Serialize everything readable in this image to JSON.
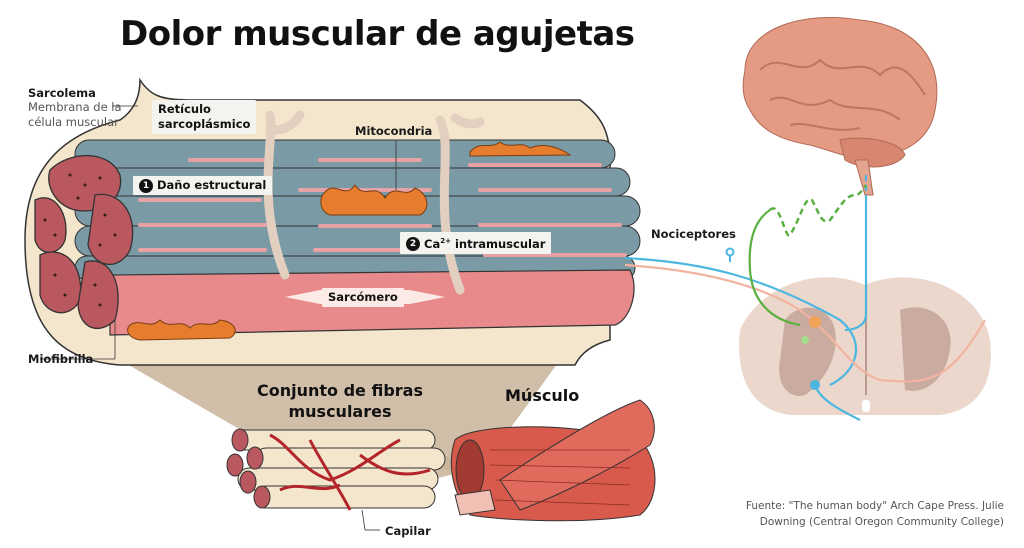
{
  "title": "Dolor muscular de agujetas",
  "labels": {
    "sarcolema": "Sarcolema",
    "sarcolema_desc_1": "Membrana de la",
    "sarcolema_desc_2": "célula muscular",
    "reticulo_1": "Retículo",
    "reticulo_2": "sarcoplásmico",
    "mitocondria": "Mitocondria",
    "dano_num": "1",
    "dano": "Daño estructural",
    "calcio_num": "2",
    "calcio_prefix": "Ca",
    "calcio_sup": "2+",
    "calcio_suffix": " intramuscular",
    "sarcomero": "Sarcómero",
    "miofibrilla": "Miofibrilla",
    "nociceptores": "Nociceptores",
    "conjunto_1": "Conjunto de fibras",
    "conjunto_2": "musculares",
    "musculo": "Músculo",
    "capilar": "Capilar"
  },
  "source": {
    "line1": "Fuente: \"The human body\" Arch Cape Press. Julie",
    "line2": "Downing (Central Oregon Community College)"
  },
  "colors": {
    "sarcolemma": "#f4e6cc",
    "myofibril_blue": "#7a9aa6",
    "sarcomere_pink": "#e8898c",
    "fiber_end": "#b9585f",
    "mitochondria": "#e67d2e",
    "connector": "#e2cfbf",
    "brain": "#e59b83",
    "nerve_blue": "#4bb7e0",
    "nerve_pink": "#f2b3a0",
    "nerve_green": "#5ab040",
    "spinal": "#e9d2c6",
    "muscle_red": "#d85a4d",
    "capillary": "#b3252a",
    "bundle": "#c8b39a"
  }
}
